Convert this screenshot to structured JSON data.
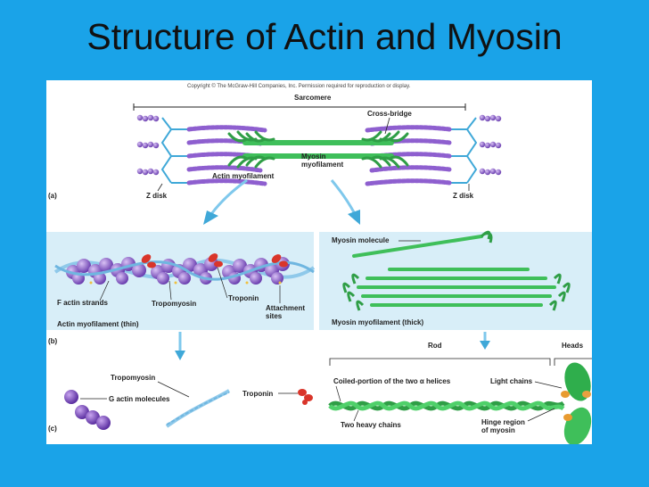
{
  "slide": {
    "title": "Structure of Actin and Myosin"
  },
  "figure": {
    "copyright": "Copyright © The McGraw-Hill Companies, Inc. Permission required for reproduction or display.",
    "panel_a": {
      "tag": "(a)",
      "sarcomere": "Sarcomere",
      "cross_bridge": "Cross-bridge",
      "myosin_myofilament_1": "Myosin",
      "myosin_myofilament_2": "myofilament",
      "actin_myofilament": "Actin myofilament",
      "z_disk_left": "Z disk",
      "z_disk_right": "Z disk"
    },
    "panel_b": {
      "tag": "(b)",
      "f_actin": "F actin strands",
      "tropomyosin": "Tropomyosin",
      "troponin": "Troponin",
      "attachment_1": "Attachment",
      "attachment_2": "sites",
      "actin_thin": "Actin myofilament (thin)",
      "myosin_molecule": "Myosin molecule",
      "myosin_thick": "Myosin myofilament (thick)"
    },
    "panel_c": {
      "tag": "(c)",
      "tropomyosin": "Tropomyosin",
      "g_actin": "G actin molecules",
      "troponin": "Troponin",
      "rod": "Rod",
      "heads": "Heads",
      "coiled": "Coiled-portion of the two α helices",
      "light_chains": "Light chains",
      "heavy_chains": "Two heavy chains",
      "hinge_1": "Hinge region",
      "hinge_2": "of myosin"
    }
  },
  "colors": {
    "background": "#1aa3e8",
    "actin": "#8e5fcf",
    "myosin": "#3fbf5a",
    "troponin": "#d9352a",
    "panel": "#d8eef8"
  }
}
